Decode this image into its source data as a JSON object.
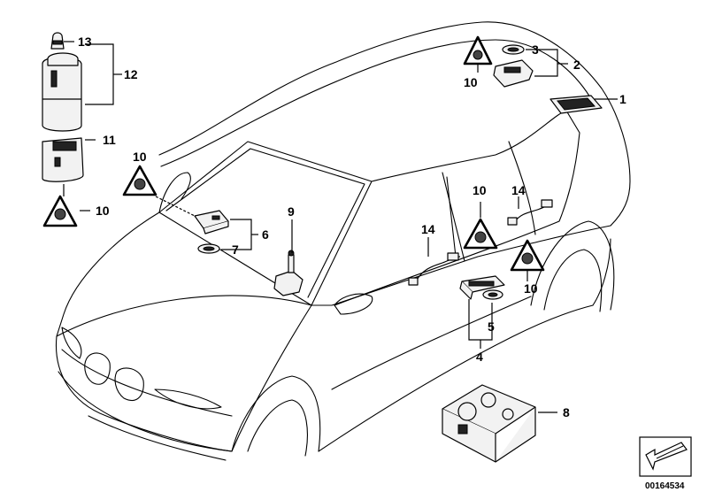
{
  "callouts": {
    "c1": "1",
    "c2": "2",
    "c3": "3",
    "c4": "4",
    "c5": "5",
    "c6": "6",
    "c7": "7",
    "c8": "8",
    "c9": "9",
    "c10": "10",
    "c11": "11",
    "c12": "12",
    "c13": "13",
    "c14": "14"
  },
  "diagram_number": "00164534",
  "icons": {
    "warning_label": "warning-triangle-icon",
    "return_arrow": "return-arrow-icon"
  }
}
